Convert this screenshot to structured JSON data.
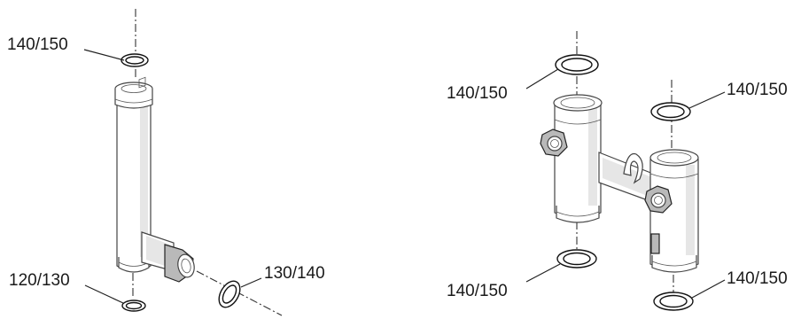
{
  "labels": {
    "left_top": "140/150",
    "left_bottom_left": "120/130",
    "left_bottom_right": "130/140",
    "right_upper_left": "140/150",
    "right_upper_right": "140/150",
    "right_lower_left": "140/150",
    "right_lower_right": "140/150"
  }
}
